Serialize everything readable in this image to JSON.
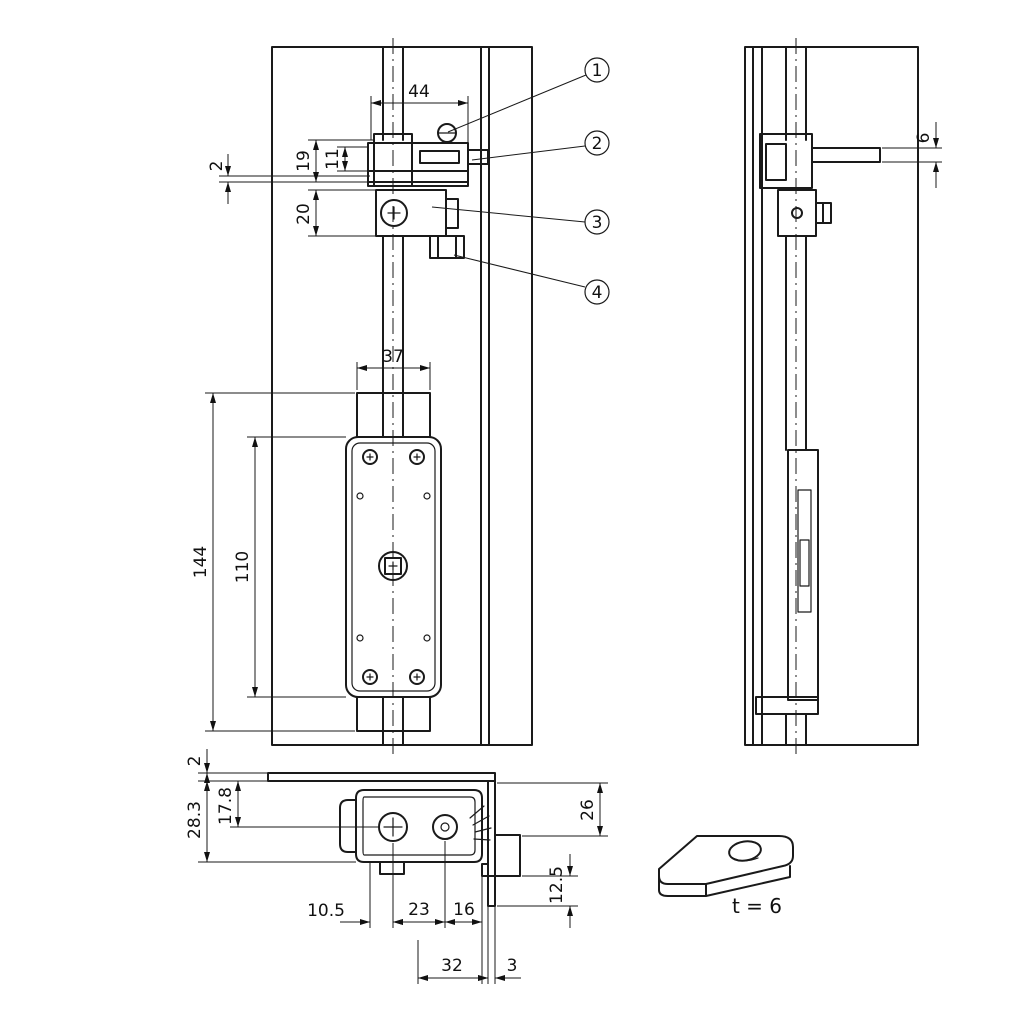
{
  "colors": {
    "ink": "#1a1a1a",
    "background": "#ffffff"
  },
  "callouts": [
    "1",
    "2",
    "3",
    "4"
  ],
  "dims": {
    "top_width": "44",
    "plate_offset": "2",
    "bracket_height": "19",
    "lever_thickness": "11",
    "block_height": "20",
    "guide_width": "37",
    "case_length": "144",
    "screw_spacing": "110",
    "arm_thickness": "6",
    "plate_thickness": "2",
    "overall_depth": "28.3",
    "screw_axis_depth": "17.8",
    "right_depth": "26",
    "hook_depth": "12.5",
    "offset_left": "10.5",
    "screw_pitch": "23",
    "edge_distance": "16",
    "bracket_span": "32",
    "leg_thickness": "3"
  },
  "detail": {
    "thickness_label": "t = 6"
  }
}
